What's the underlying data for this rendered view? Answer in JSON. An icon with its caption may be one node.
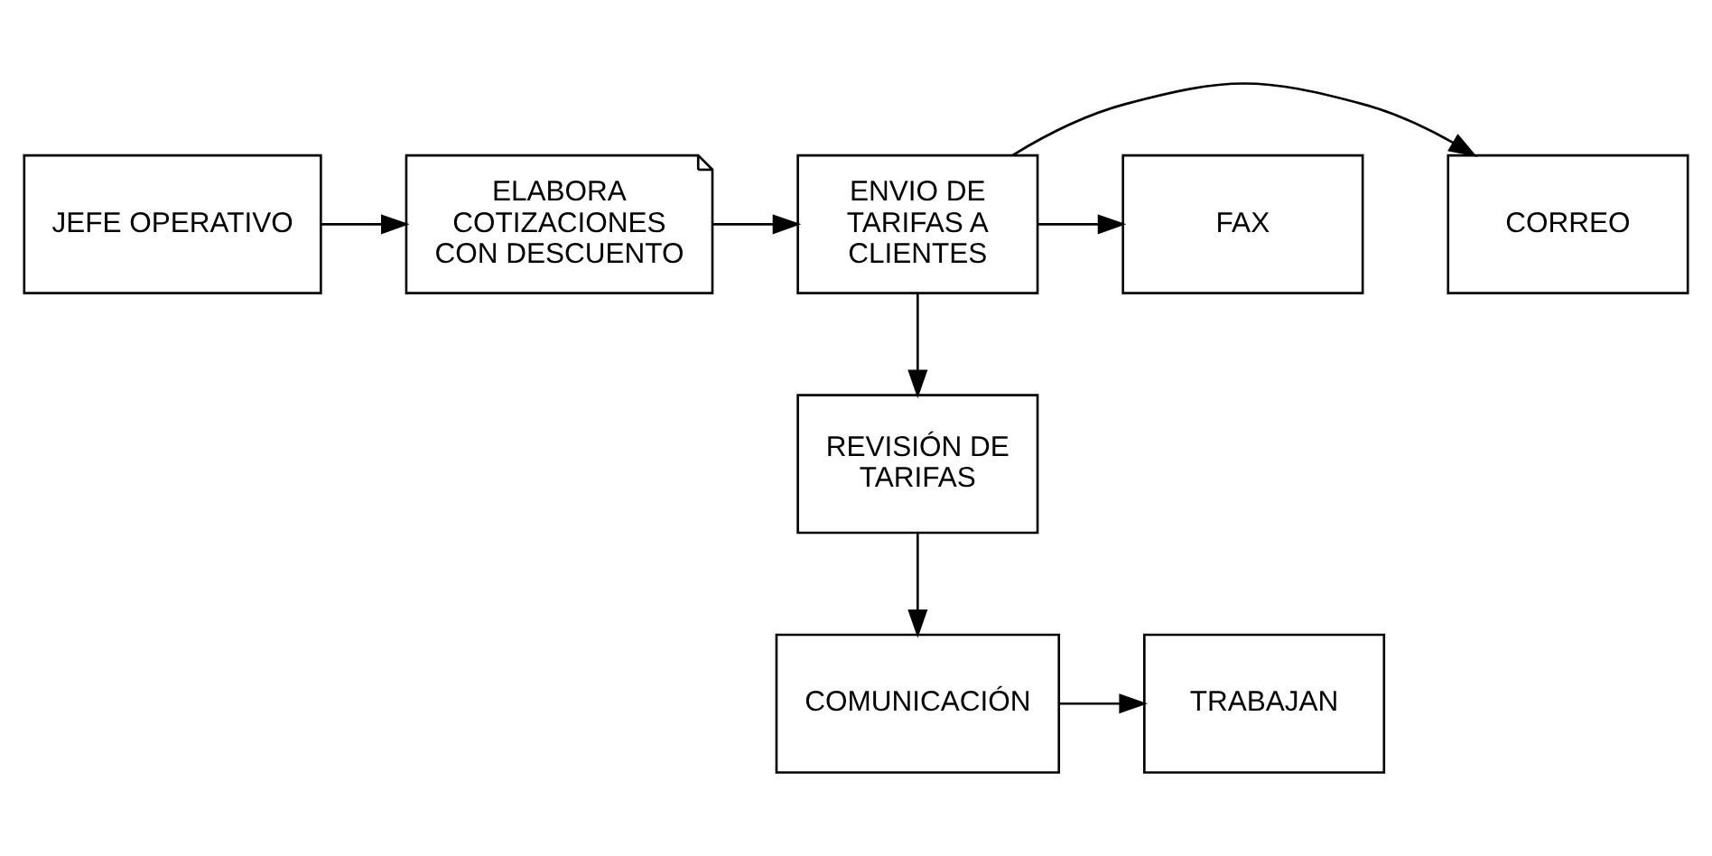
{
  "diagram": {
    "nodes": [
      {
        "text": [
          "JEFE OPERATIVO"
        ]
      },
      {
        "text": [
          "ELABORA COTIZACIONES CON DESCUENTO"
        ]
      },
      {
        "text": [
          "ENVIO DE TARIFAS A CLIENTES"
        ]
      },
      {
        "text": [
          "CORREO"
        ]
      },
      {
        "text": [
          "FAX"
        ]
      },
      {
        "text": [
          "REVISIÓN DE TARIFAS"
        ]
      },
      {
        "text": [
          "COMUNICACIÓN"
        ]
      },
      {
        "text": [
          "TRABAJAN"
        ]
      }
    ],
    "edges": [
      {
        "from": 0,
        "to": 1,
        "arrow": "to"
      },
      {
        "from": 1,
        "to": 2,
        "arrow": "to"
      },
      {
        "from": 2,
        "to": 3,
        "arrow": "to"
      },
      {
        "from": 2,
        "to": 4,
        "arrow": "to"
      },
      {
        "from": 2,
        "to": 5,
        "arrow": "to"
      },
      {
        "from": 5,
        "to": 6,
        "arrow": "to"
      },
      {
        "from": 6,
        "to": 7,
        "arrow": "to"
      }
    ]
  }
}
